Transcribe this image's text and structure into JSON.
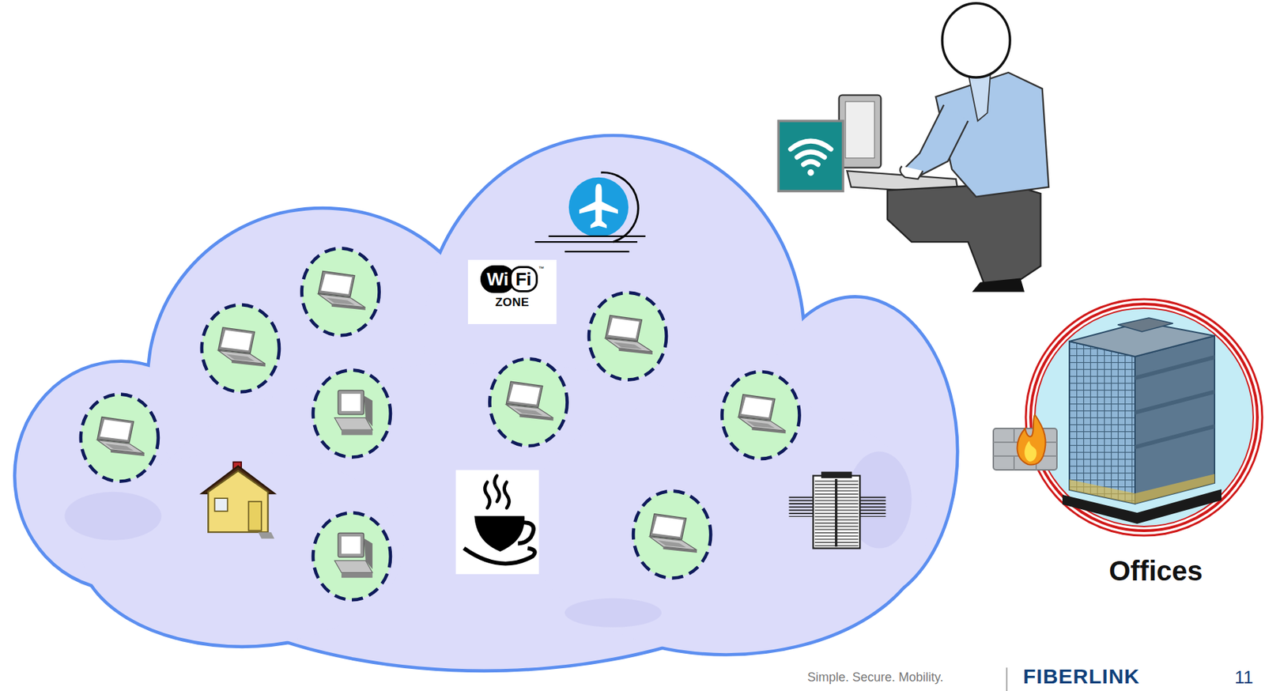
{
  "diagram": {
    "nodes": [
      {
        "text": [
          "Wi",
          "Fi",
          "™",
          "ZONE"
        ]
      },
      {
        "text": [
          "Offices"
        ]
      }
    ],
    "labels": [
      "Simple. Secure. Mobility.",
      "FIBERLINK",
      "11"
    ]
  }
}
